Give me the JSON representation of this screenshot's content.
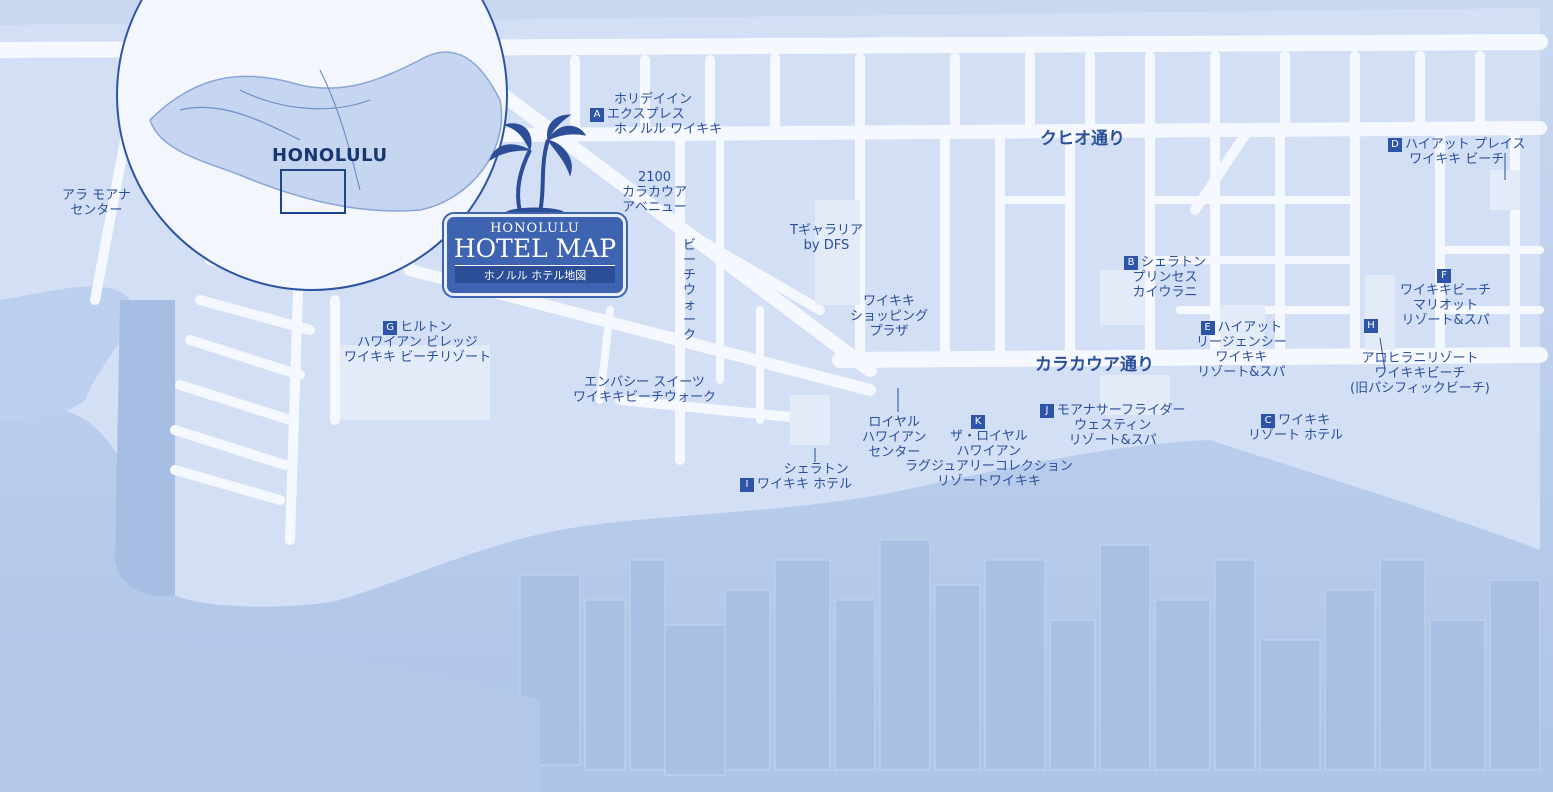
{
  "colors": {
    "water": "#bcd0ef",
    "land": "#d2def4",
    "road": "#f4f7fd",
    "label": "#2a4f9c",
    "key": "#2d54a6",
    "title_plate": "#3e63b1"
  },
  "title": {
    "line1": "HONOLULU",
    "line2": "HOTEL MAP",
    "line3": "ホノルル ホテル地図"
  },
  "inset": {
    "label": "HONOLULU"
  },
  "streets": {
    "kuhio": "クヒオ通り",
    "kalakaua": "カラカウア通り",
    "beachwalk": "ビーチウォーク"
  },
  "hotels": {
    "a": {
      "key": "A",
      "lines": [
        "ホリデイイン",
        "エクスプレス",
        "ホノルル ワイキキ"
      ]
    },
    "b": {
      "key": "B",
      "lines": [
        "シェラトン",
        "プリンセス",
        "カイウラニ"
      ]
    },
    "c": {
      "key": "C",
      "lines": [
        "ワイキキ",
        "リゾート ホテル"
      ]
    },
    "d": {
      "key": "D",
      "lines": [
        "ハイアット プレイス",
        "ワイキキ ビーチ"
      ]
    },
    "e": {
      "key": "E",
      "lines": [
        "ハイアット",
        "リージェンシー",
        "ワイキキ",
        "リゾート&スパ"
      ]
    },
    "f": {
      "key": "F",
      "lines": [
        "ワイキキビーチ",
        "マリオット",
        "リゾート&スパ"
      ]
    },
    "g": {
      "key": "G",
      "lines": [
        "ヒルトン",
        "ハワイアン ビレッジ",
        "ワイキキ ビーチリゾート"
      ]
    },
    "h": {
      "key": "H",
      "lines": [
        "アロヒラニリゾート",
        "ワイキキビーチ",
        "(旧パシフィックビーチ)"
      ]
    },
    "i": {
      "key": "I",
      "lines": [
        "シェラトン",
        "ワイキキ ホテル"
      ]
    },
    "j": {
      "key": "J",
      "lines": [
        "モアナサーフライダー",
        "ウェスティン",
        "リゾート&スパ"
      ]
    },
    "k": {
      "key": "K",
      "lines": [
        "ザ・ロイヤル",
        "ハワイアン",
        "ラグジュアリーコレクション",
        "リゾートワイキキ"
      ]
    }
  },
  "places": {
    "ala_moana": [
      "アラ モアナ",
      "センター"
    ],
    "avenue_2100": [
      "2100",
      "カラカウア",
      "アベニュー"
    ],
    "t_galleria": [
      "Tギャラリア",
      "by DFS"
    ],
    "shopping_plaza": [
      "ワイキキ",
      "ショッピング",
      "プラザ"
    ],
    "embassy": [
      "エンバシー スイーツ",
      "ワイキキビーチウォーク"
    ],
    "royal_center": [
      "ロイヤル",
      "ハワイアン",
      "センター"
    ]
  }
}
